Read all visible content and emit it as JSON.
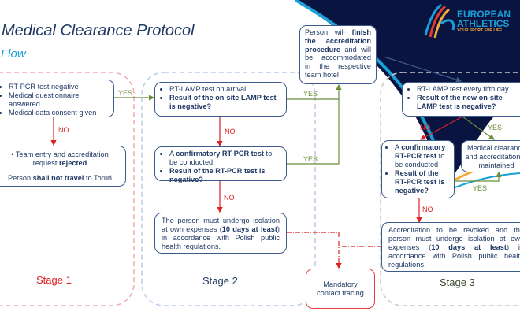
{
  "header": {
    "title": "Medical Clearance Protocol",
    "subtitle": "Flow",
    "logo": {
      "line1": "EUROPEAN",
      "line2": "ATHLETICS",
      "tagline": "YOUR SPORT FOR LIFE",
      "icon": "european-athletics-logo-icon"
    }
  },
  "colors": {
    "navy": "#1f3864",
    "accent_blue": "#1aa0d8",
    "yes_green": "#6b8e3a",
    "no_red": "#e02020",
    "banner": "#0a1440"
  },
  "stage1": {
    "label": "Stage 1",
    "check_box": {
      "items": [
        "RT-PCR test negative",
        "Medical questionnaire answered",
        "Medical data consent given"
      ]
    },
    "reject_box": {
      "bullet_pre": "Team entry and accreditation request ",
      "bullet_bold": "rejected",
      "line_pre": "Person ",
      "line_bold": "shall not travel",
      "line_post": " to Toruń"
    },
    "yes": "YES",
    "no": "NO"
  },
  "stage2": {
    "label": "Stage 2",
    "lamp_box": {
      "item1": "RT-LAMP test on arrival",
      "item2": "Result of the on-site LAMP test is negative?"
    },
    "pcr_box": {
      "item1_pre": "A ",
      "item1_bold": "confirmatory RT-PCR test",
      "item1_post": " to be conducted",
      "item2": "Result of the RT-PCR test is negative?"
    },
    "isolation_box": {
      "pre": "The person must undergo isolation at own expenses (",
      "bold": "10 days at least",
      "post": ") in accordance with Polish public health regulations."
    },
    "yes1": "YES",
    "yes2": "YES",
    "no1": "NO",
    "no2": "NO"
  },
  "accreditation_box": {
    "pre": "Person will ",
    "bold1": "finish the accreditation procedure",
    "post": " and will be accommodated in the respective team hotel"
  },
  "contact_tracing": {
    "text": "Mandatory contact tracing"
  },
  "stage3": {
    "label": "Stage 3",
    "lamp_box": {
      "item1": "RT-LAMP test every fifth day",
      "item2": "Result of the new on-site LAMP test is negative?"
    },
    "pcr_box": {
      "item1_pre": "A ",
      "item1_bold": "confirmatory RT-PCR test",
      "item1_post": " to be conducted",
      "item2": "Result of the RT-PCR test is negative?"
    },
    "clearance_box": {
      "text": "Medical clearance and accreditation is maintained"
    },
    "revoke_box": {
      "pre": "Accreditation to be revoked and the person must undergo isolation at own expenses (",
      "bold": "10 days at least",
      "post": ") in accordance with Polish public health regulations."
    },
    "yes1": "YES",
    "yes2": "YES",
    "no1": "NO",
    "no2": "NO"
  }
}
